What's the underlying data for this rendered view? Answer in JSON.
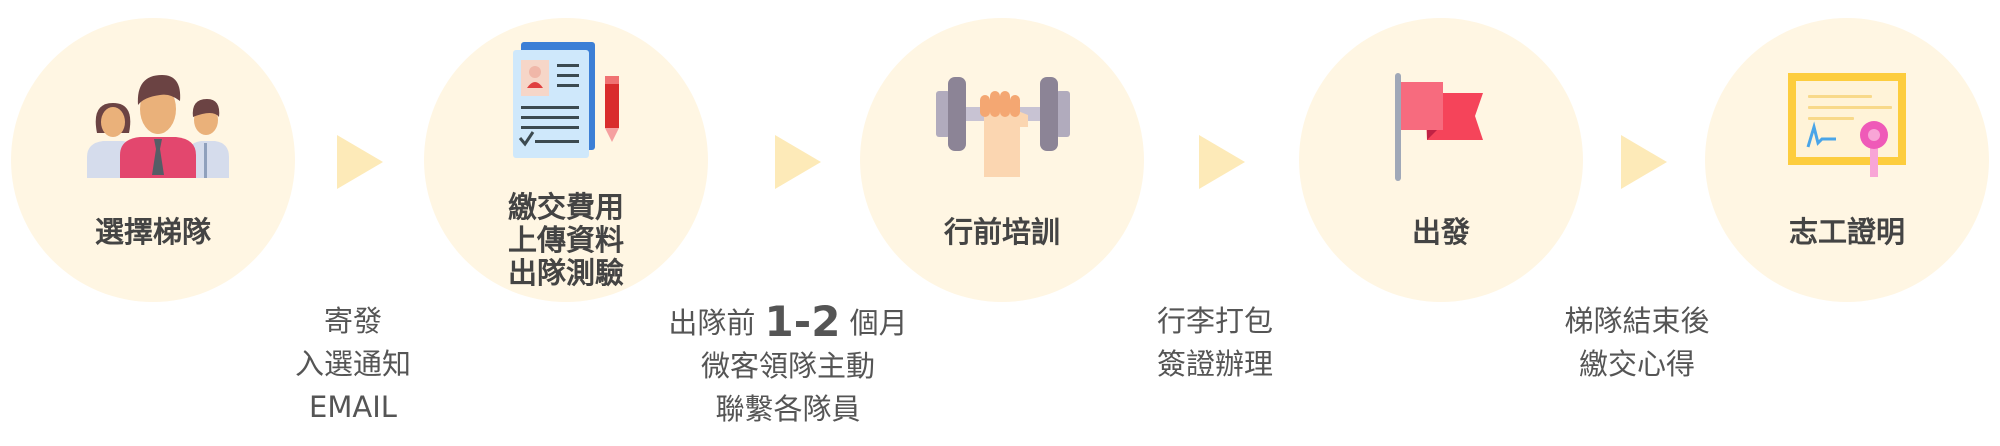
{
  "colors": {
    "circle": "#fff6e3",
    "arrow": "#fdeab8",
    "text": "#444444"
  },
  "steps": [
    {
      "icon": "team-icon",
      "lines": [
        "選擇梯隊"
      ]
    },
    {
      "icon": "document-icon",
      "lines": [
        "繳交費用",
        "上傳資料",
        "出隊測驗"
      ]
    },
    {
      "icon": "dumbbell-icon",
      "lines": [
        "行前培訓"
      ]
    },
    {
      "icon": "flag-icon",
      "lines": [
        "出發"
      ]
    },
    {
      "icon": "certificate-icon",
      "lines": [
        "志工證明"
      ]
    }
  ],
  "notes": [
    {
      "lines": [
        "寄發",
        "入選通知",
        "EMAIL"
      ]
    },
    {
      "line1_prefix": "出隊前",
      "line1_number": "1-2",
      "line1_suffix": "個月",
      "lines": [
        "微客領隊主動",
        "聯繫各隊員"
      ]
    },
    {
      "lines": [
        "行李打包",
        "簽證辦理"
      ]
    },
    {
      "lines": [
        "梯隊結束後",
        "繳交心得"
      ]
    }
  ]
}
